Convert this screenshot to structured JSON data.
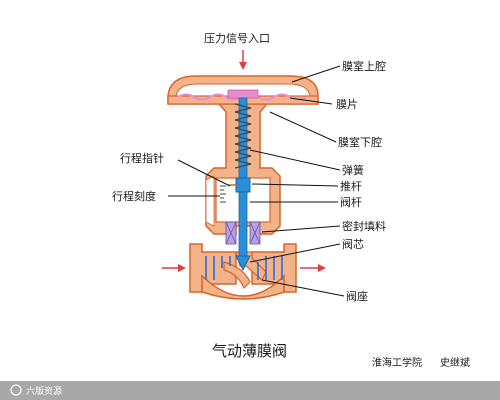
{
  "diagram": {
    "title": "气动薄膜阀",
    "inlet_label": "压力信号入口",
    "parts": {
      "upper_chamber": "膜室上腔",
      "diaphragm": "膜片",
      "lower_chamber": "膜室下腔",
      "spring": "弹簧",
      "stroke_pointer": "行程指针",
      "push_rod": "推杆",
      "stroke_scale": "行程刻度",
      "valve_stem": "阀杆",
      "seal_packing": "密封填料",
      "valve_plug": "阀芯",
      "valve_seat": "阀座"
    },
    "credit": {
      "institution": "淮海工学院",
      "author": "史继斌"
    },
    "watermark": "六版资源",
    "colors": {
      "body_fill": "#f3b38a",
      "body_stroke": "#d9642a",
      "stem": "#2a8fd8",
      "spring": "#444444",
      "diaphragm": "#e88bd0",
      "packing": "#b9a0e0",
      "flow_arrow": "#e23c3c",
      "fluid_lines": "#2a6fd8",
      "footer_bar": "#a8a8a8"
    }
  }
}
